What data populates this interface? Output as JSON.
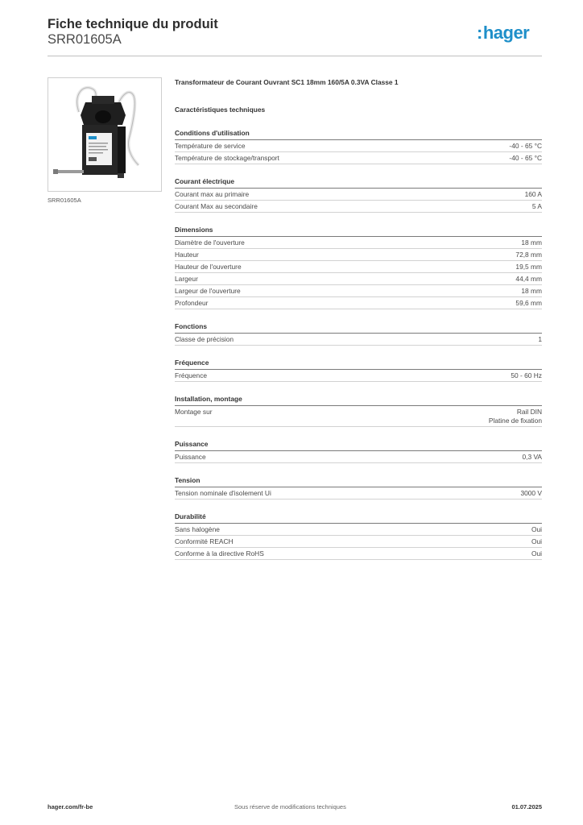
{
  "header": {
    "title": "Fiche technique du produit",
    "reference": "SRR01605A",
    "logo_text": "hager",
    "logo_color": "#1e8fc9"
  },
  "product": {
    "image_caption": "SRR01605A",
    "description": "Transformateur de Courant Ouvrant SC1 18mm 160/5A 0.3VA Classe 1",
    "section_title": "Caractéristiques techniques"
  },
  "groups": [
    {
      "title": "Conditions d'utilisation",
      "rows": [
        {
          "label": "Température de service",
          "value": [
            "-40 - 65 °C"
          ]
        },
        {
          "label": "Température de stockage/transport",
          "value": [
            "-40 - 65 °C"
          ]
        }
      ]
    },
    {
      "title": "Courant électrique",
      "rows": [
        {
          "label": "Courant max au primaire",
          "value": [
            "160 A"
          ]
        },
        {
          "label": "Courant Max au secondaire",
          "value": [
            "5 A"
          ]
        }
      ]
    },
    {
      "title": "Dimensions",
      "rows": [
        {
          "label": "Diamètre de l'ouverture",
          "value": [
            "18 mm"
          ]
        },
        {
          "label": "Hauteur",
          "value": [
            "72,8 mm"
          ]
        },
        {
          "label": "Hauteur de l'ouverture",
          "value": [
            "19,5 mm"
          ]
        },
        {
          "label": "Largeur",
          "value": [
            "44,4 mm"
          ]
        },
        {
          "label": "Largeur de l'ouverture",
          "value": [
            "18 mm"
          ]
        },
        {
          "label": "Profondeur",
          "value": [
            "59,6 mm"
          ]
        }
      ]
    },
    {
      "title": "Fonctions",
      "rows": [
        {
          "label": "Classe de précision",
          "value": [
            "1"
          ]
        }
      ]
    },
    {
      "title": "Fréquence",
      "rows": [
        {
          "label": "Fréquence",
          "value": [
            "50 - 60 Hz"
          ]
        }
      ]
    },
    {
      "title": "Installation, montage",
      "rows": [
        {
          "label": "Montage sur",
          "value": [
            "Rail DIN",
            "Platine de fixation"
          ]
        }
      ]
    },
    {
      "title": "Puissance",
      "rows": [
        {
          "label": "Puissance",
          "value": [
            "0,3 VA"
          ]
        }
      ]
    },
    {
      "title": "Tension",
      "rows": [
        {
          "label": "Tension nominale d'isolement Ui",
          "value": [
            "3000 V"
          ]
        }
      ]
    },
    {
      "title": "Durabilité",
      "rows": [
        {
          "label": "Sans halogène",
          "value": [
            "Oui"
          ]
        },
        {
          "label": "Conformité REACH",
          "value": [
            "Oui"
          ]
        },
        {
          "label": "Conforme à la directive RoHS",
          "value": [
            "Oui"
          ]
        }
      ]
    }
  ],
  "footer": {
    "website": "hager.com/fr-be",
    "disclaimer": "Sous réserve de modifications techniques",
    "date": "01.07.2025"
  }
}
